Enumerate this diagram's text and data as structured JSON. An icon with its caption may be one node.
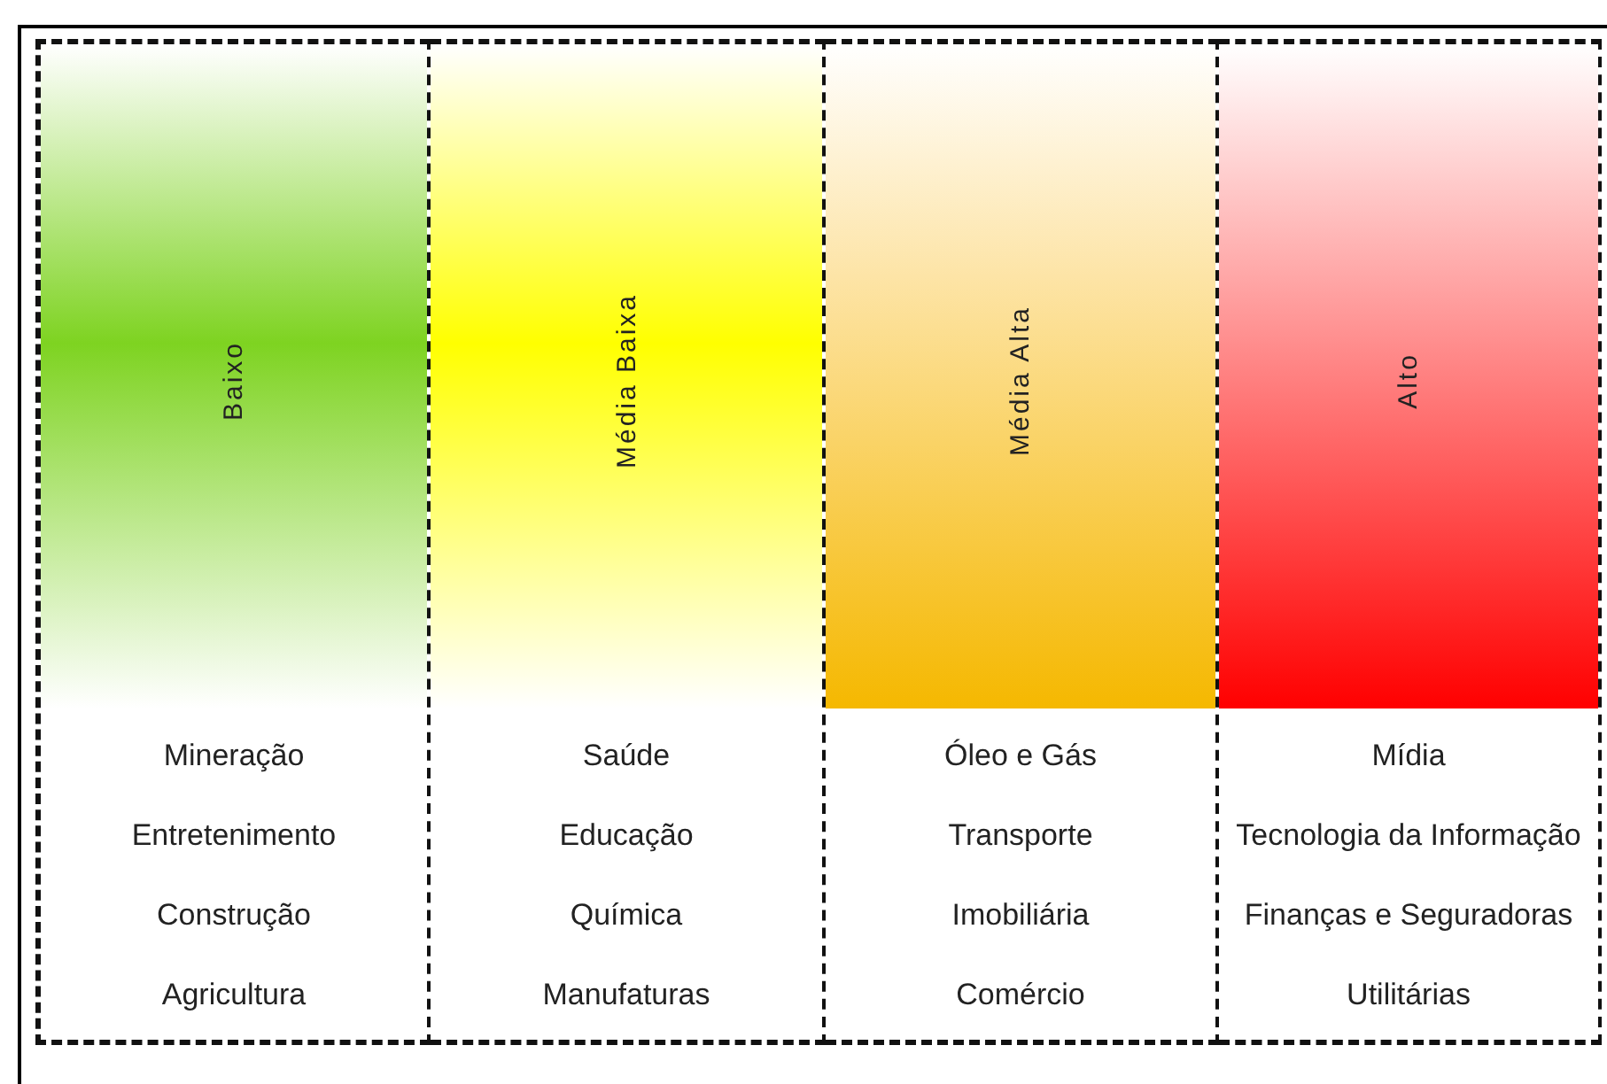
{
  "diagram": {
    "nodes": [
      {
        "text": [
          "Baixo",
          "Mineração",
          "Entretenimento",
          "Construção",
          "Agricultura"
        ]
      },
      {
        "text": [
          "Média Baixa",
          "Saúde",
          "Educação",
          "Química",
          "Manufaturas"
        ]
      },
      {
        "text": [
          "Média Alta",
          "Óleo e Gás",
          "Transporte",
          "Imobiliária",
          "Comércio"
        ]
      },
      {
        "text": [
          "Alto",
          "Mídia",
          "Tecnologia da Informação",
          "Finanças e Seguradoras",
          "Utilitárias"
        ]
      }
    ]
  }
}
